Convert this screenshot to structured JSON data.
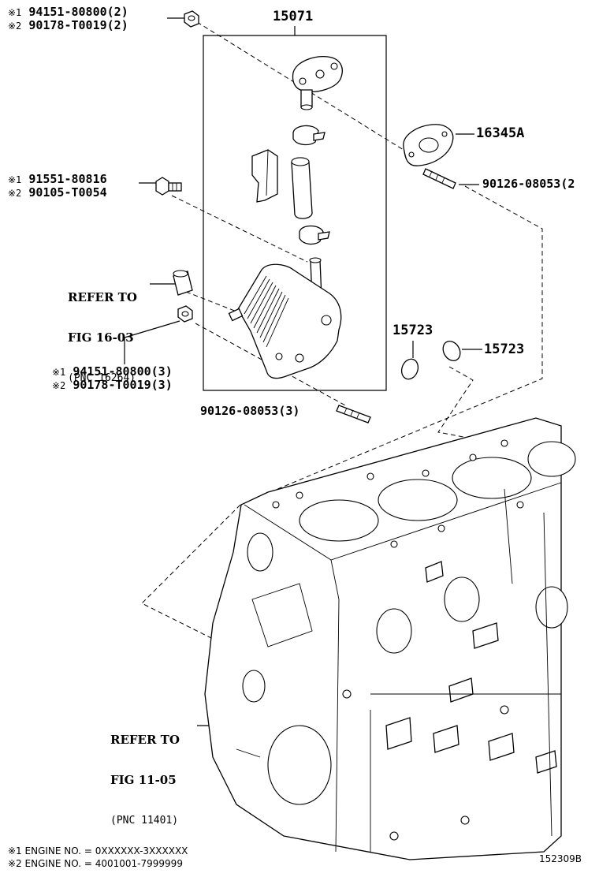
{
  "diagram_code": "152309B",
  "main_part": "15071",
  "labels": {
    "p1_line1_mark": "※1",
    "p1_line1": "94151-80800(2)",
    "p1_line2_mark": "※2",
    "p1_line2": "90178-T0019(2)",
    "p2_line1_mark": "※1",
    "p2_line1": "91551-80816",
    "p2_line2_mark": "※2",
    "p2_line2": "90105-T0054",
    "gasket": "16345A",
    "stud_top": "90126-08053(2",
    "oring_left": "15723",
    "oring_right": "15723",
    "p3_line1_mark": "※1",
    "p3_line1": "94151-80800(3)",
    "p3_line2_mark": "※2",
    "p3_line2": "90178-T0019(3)",
    "stud_bottom": "90126-08053(3)"
  },
  "refs": [
    {
      "line1": "REFER TO",
      "line2": "FIG 16-03",
      "line3": "(PNC 16264)"
    },
    {
      "line1": "REFER TO",
      "line2": "FIG 11-05",
      "line3": "(PNC 11401)"
    }
  ],
  "footnotes": [
    {
      "mark": "※1",
      "text": "ENGINE NO. = 0XXXXXX-3XXXXXX"
    },
    {
      "mark": "※2",
      "text": "ENGINE NO. = 4001001-7999999"
    }
  ]
}
